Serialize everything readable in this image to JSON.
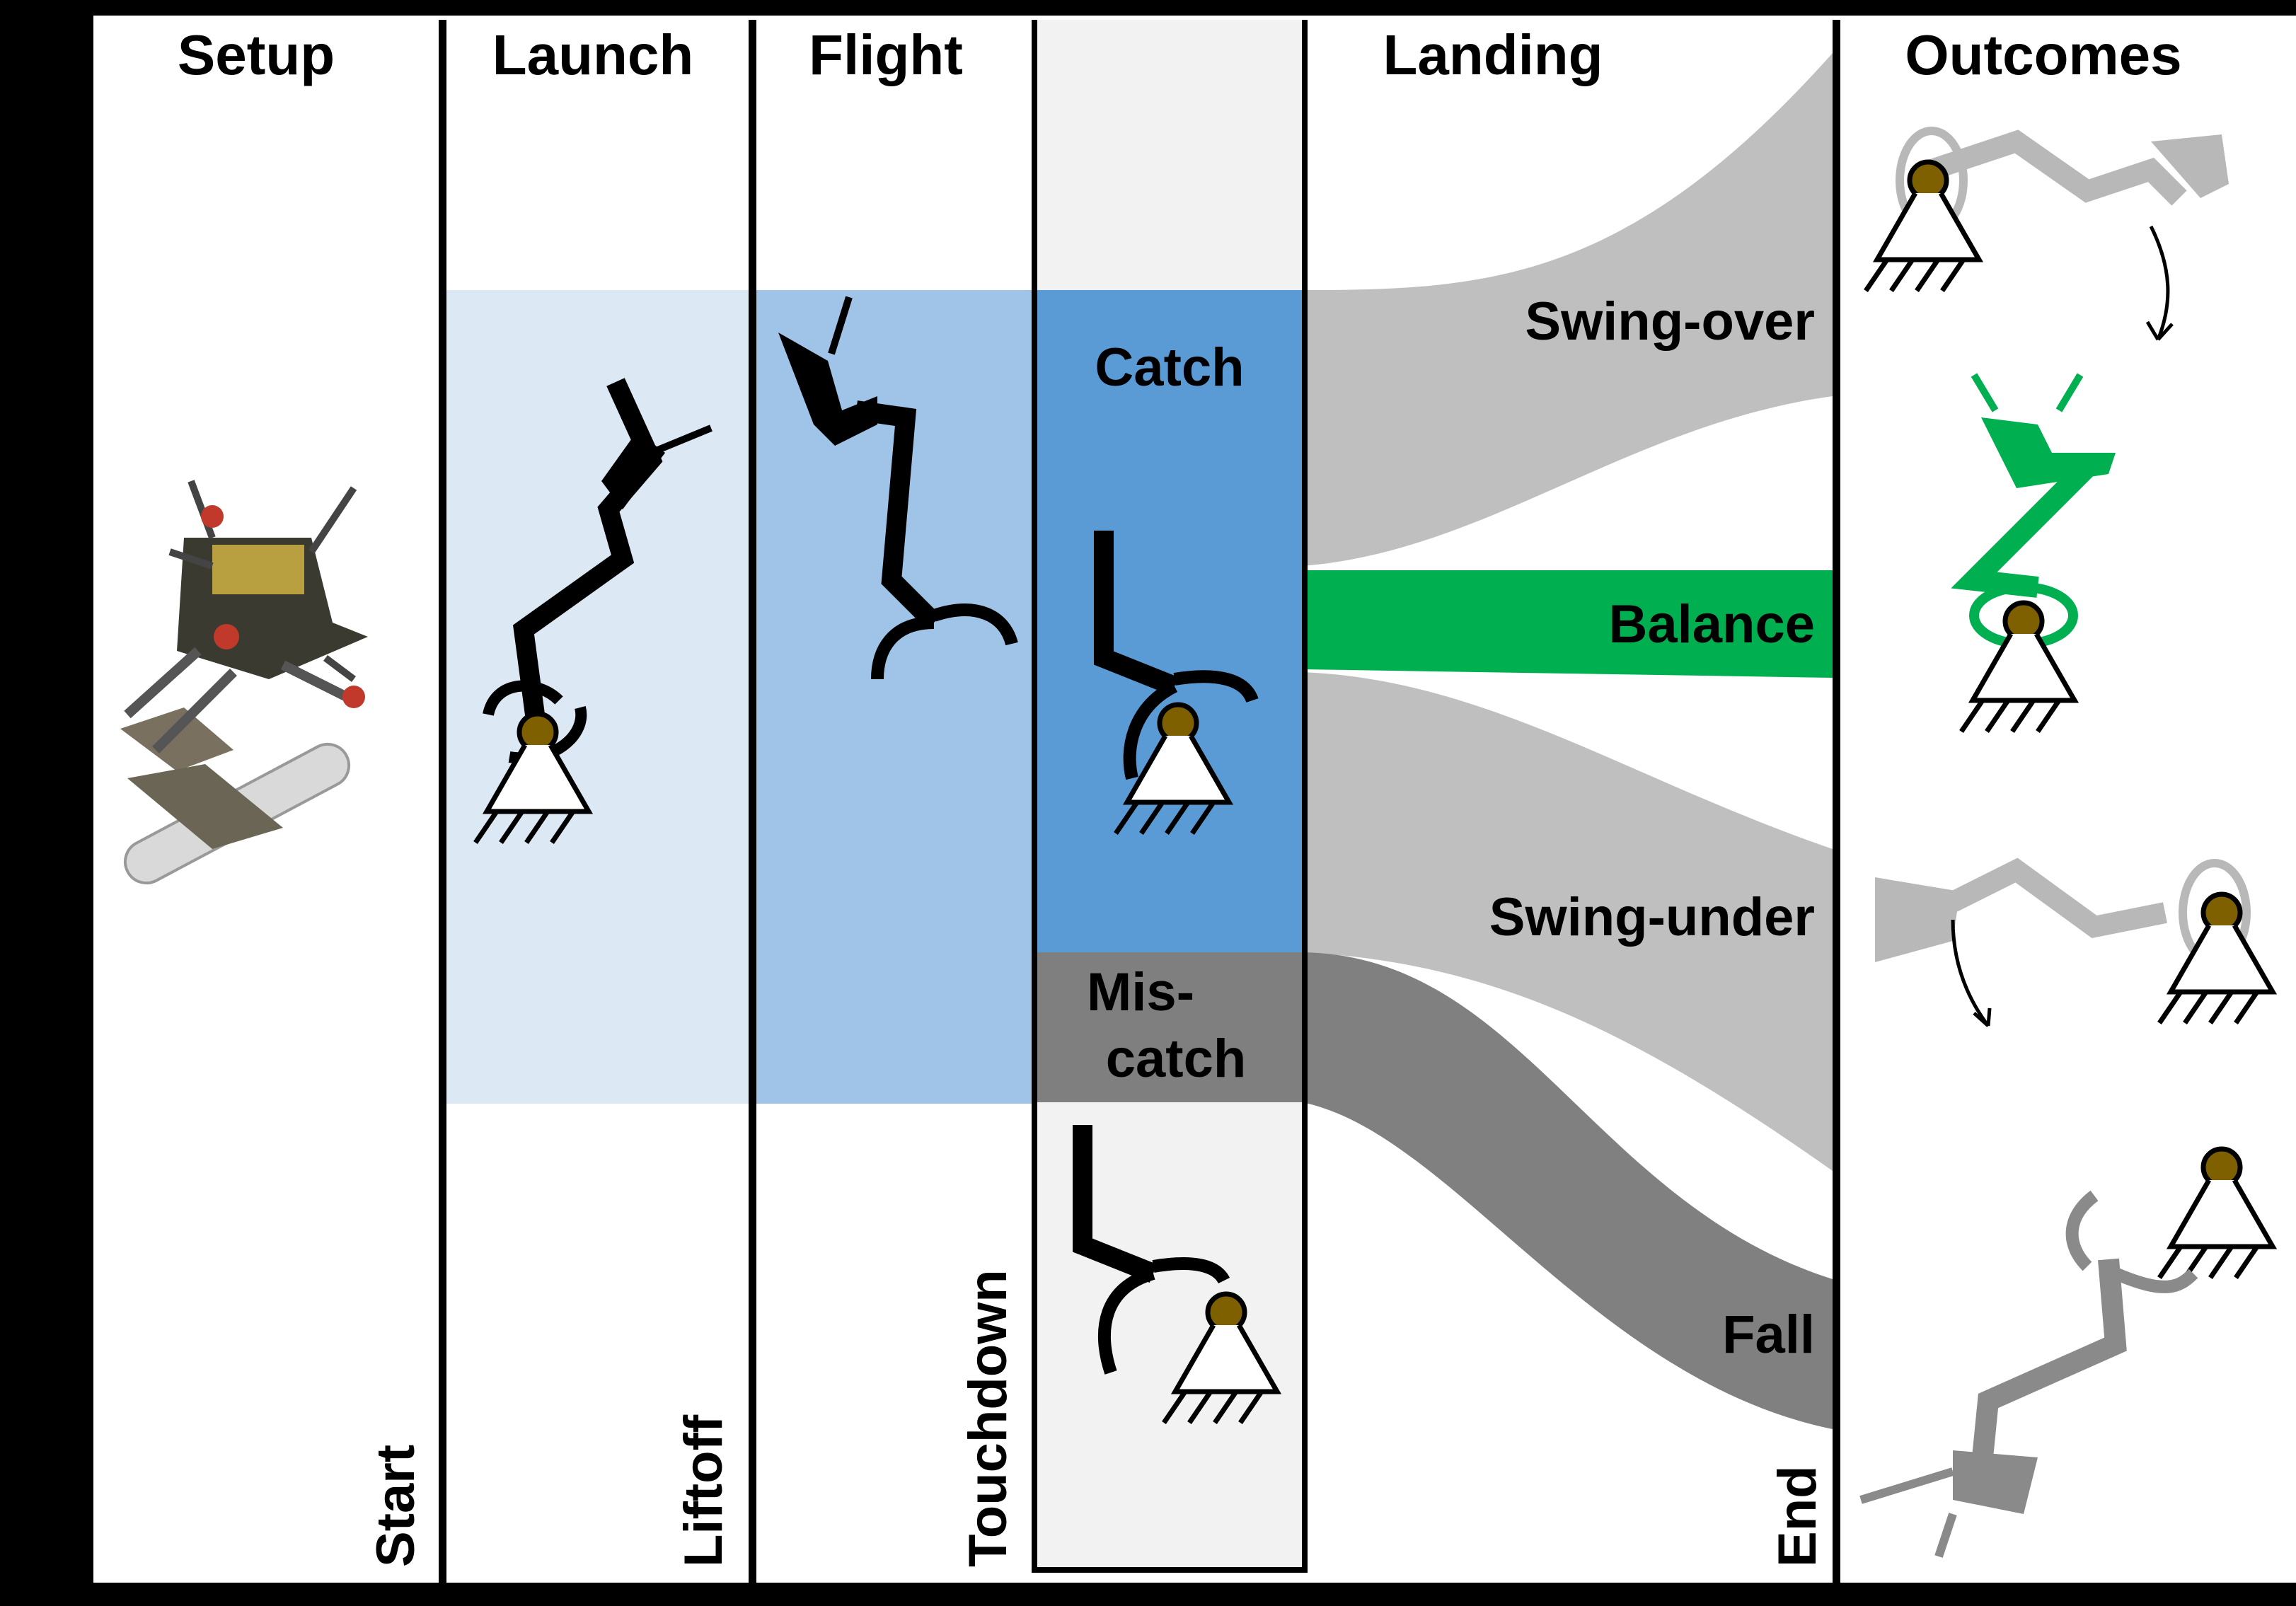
{
  "headers": {
    "setup": "Setup",
    "launch": "Launch",
    "flight": "Flight",
    "landing": "Landing",
    "outcomes": "Outcomes"
  },
  "events": {
    "start": "Start",
    "liftoff": "Liftoff",
    "touchdown": "Touchdown",
    "end": "End"
  },
  "stages": {
    "catch": "Catch",
    "miscatch_line1": "Mis-",
    "miscatch_line2": "catch"
  },
  "outcomes": {
    "swing_over": "Swing-over",
    "balance": "Balance",
    "swing_under": "Swing-under",
    "fall": "Fall"
  },
  "colors": {
    "launch_band": "#dce9f5",
    "flight_band": "#9fc4e7",
    "catch_band": "#5b9bd5",
    "miscatch_band": "#7f7f7f",
    "panel_gray": "#f2f2f2",
    "flow_gray": "#bfbfbf",
    "balance_green": "#00b050",
    "fall_gray": "#808080",
    "pivot_brown": "#7f6000"
  },
  "icons": {
    "robot_photo": "robot-photo-icon",
    "pivot": "pivot-support-icon",
    "robot_silhouette": "robot-silhouette-icon",
    "rotation_arrow": "rotation-arrow-icon"
  }
}
